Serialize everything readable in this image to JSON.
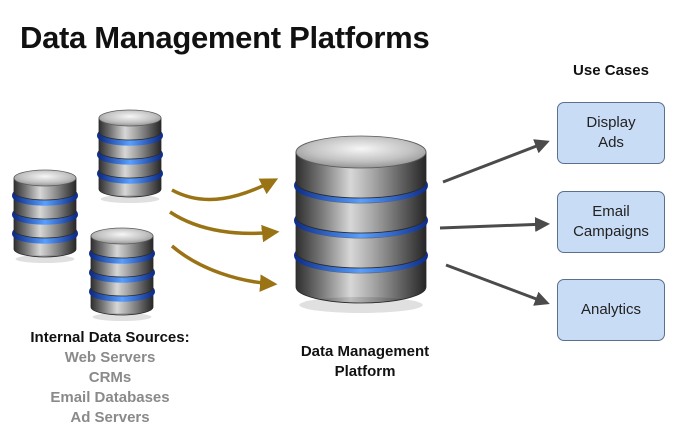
{
  "title": "Data Management Platforms",
  "use_cases": {
    "heading": "Use Cases",
    "boxes": [
      {
        "lines": [
          "Display",
          "Ads"
        ]
      },
      {
        "lines": [
          "Email",
          "Campaigns"
        ]
      },
      {
        "lines": [
          "Analytics"
        ]
      }
    ]
  },
  "sources": {
    "heading": "Internal Data Sources:",
    "items": [
      "Web Servers",
      "CRMs",
      "Email Databases",
      "Ad Servers"
    ]
  },
  "platform": {
    "lines": [
      "Data Management",
      "Platform"
    ]
  },
  "colors": {
    "box_fill": "#c9dcf6",
    "box_border": "#5b6f8e",
    "inbound_arrow": "#9a7314",
    "outbound_arrow": "#4b4b4b",
    "ring_glow": "#3d7dff",
    "source_text": "#8a8a8a"
  }
}
